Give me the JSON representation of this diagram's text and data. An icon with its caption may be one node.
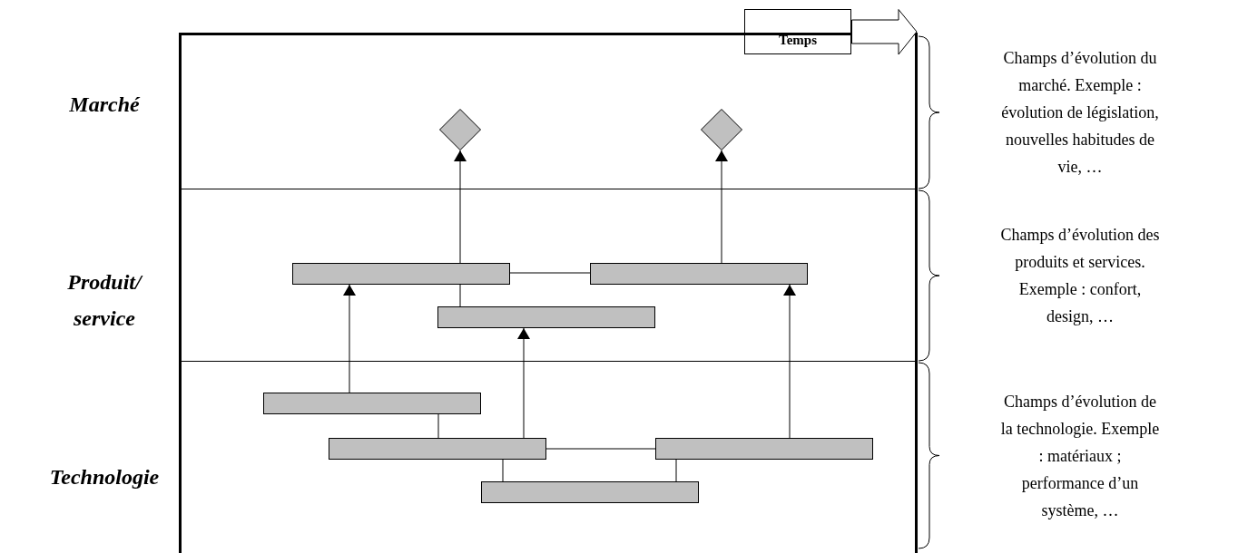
{
  "diagram": {
    "nodes": [
      {
        "text": [
          "Temps"
        ]
      },
      {
        "text": [],
        "shape": "box"
      },
      {
        "text": [
          "Marché"
        ],
        "in": 1
      },
      {
        "text": [
          "Produit/ service"
        ],
        "in": 1
      },
      {
        "text": [
          "Technologie"
        ],
        "in": 1
      },
      {
        "text": [],
        "shape": "diamond",
        "in": 2
      },
      {
        "text": [],
        "shape": "diamond",
        "in": 2
      },
      {
        "text": [],
        "shape": "bar",
        "in": 3
      },
      {
        "text": [],
        "shape": "bar",
        "in": 3
      },
      {
        "text": [],
        "shape": "bar",
        "in": 3
      },
      {
        "text": [],
        "shape": "bar",
        "in": 4
      },
      {
        "text": [],
        "shape": "bar",
        "in": 4
      },
      {
        "text": [],
        "shape": "bar",
        "in": 4
      },
      {
        "text": [],
        "shape": "bar",
        "in": 4
      }
    ],
    "edges": [
      {
        "from": 7,
        "to": 5,
        "arrow": "to"
      },
      {
        "from": 8,
        "to": 6,
        "arrow": "to"
      },
      {
        "from": 7,
        "to": 8,
        "arrow": "none"
      },
      {
        "from": 7,
        "to": 9,
        "arrow": "none"
      },
      {
        "from": 10,
        "to": 7,
        "arrow": "to"
      },
      {
        "from": 11,
        "to": 9,
        "arrow": "to"
      },
      {
        "from": 12,
        "to": 8,
        "arrow": "to"
      },
      {
        "from": 10,
        "to": 11,
        "arrow": "none"
      },
      {
        "from": 11,
        "to": 12,
        "arrow": "none"
      },
      {
        "from": 13,
        "to": 11,
        "arrow": "none"
      },
      {
        "from": 13,
        "to": 12,
        "arrow": "none"
      }
    ],
    "labels": [
      "Champs d’évolution du marché. Exemple : évolution de législation, nouvelles habitudes de vie, …",
      "Champs d’évolution des produits et services. Exemple : confort, design, …",
      "Champs d’évolution de la technologie. Exemple : matériaux ; performance d’un système, …"
    ]
  }
}
